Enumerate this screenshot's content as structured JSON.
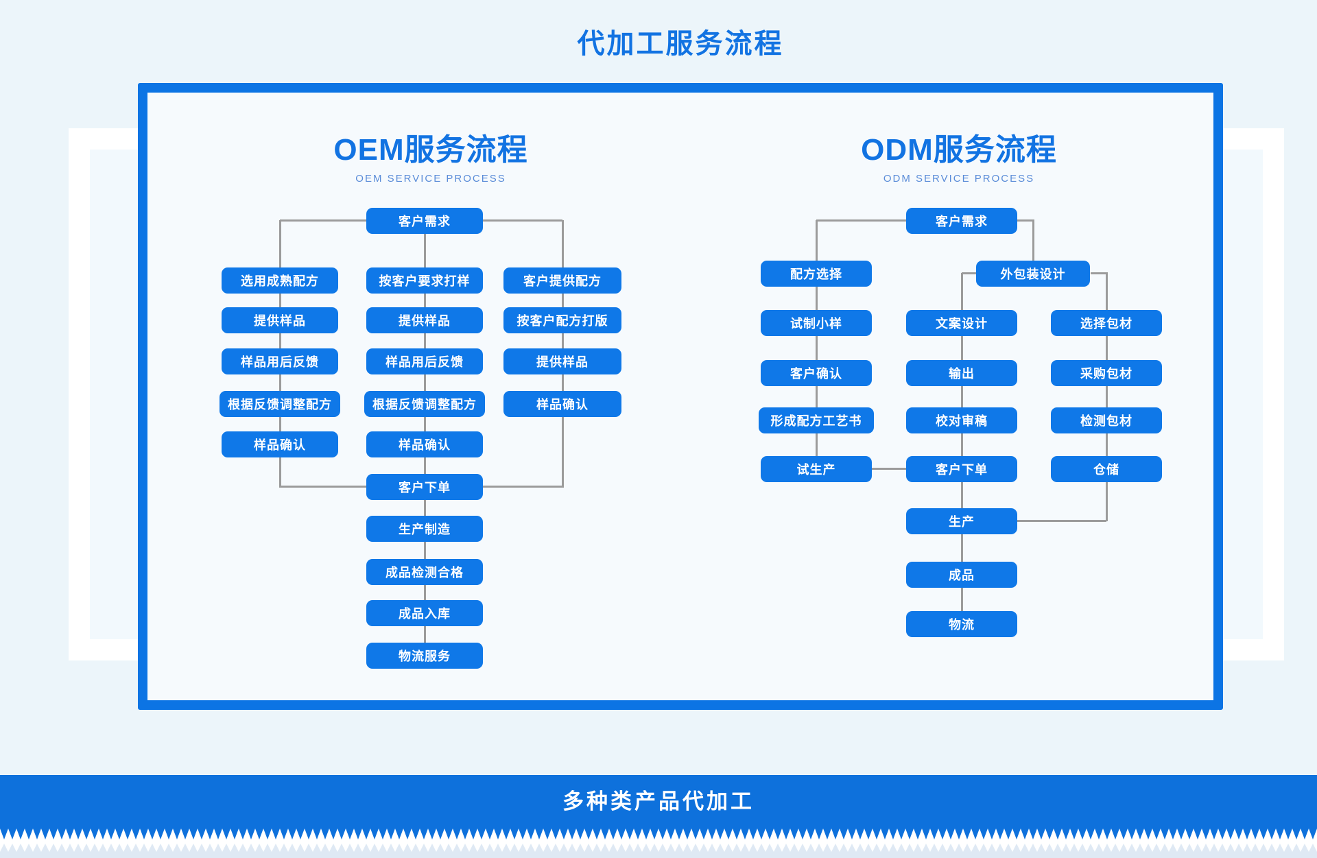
{
  "page": {
    "title": "代加工服务流程",
    "banner": {
      "label": "多种类产品代加工"
    },
    "colors": {
      "accent": "#0c74e4",
      "node_blue": "#0f78e8",
      "connector_gray": "#9b9b9b",
      "banner_blue": "#0e71dc",
      "page_background": "#ecf5fa",
      "bottom_strip": "#dfe9f4"
    }
  },
  "flowcharts": [
    {
      "id": "oem",
      "title": "OEM服务流程",
      "subtitle": "OEM SERVICE PROCESS",
      "nodes": [
        {
          "id": "need",
          "label": "客户需求"
        },
        {
          "id": "mature",
          "label": "选用成熟配方"
        },
        {
          "id": "sample1",
          "label": "提供样品"
        },
        {
          "id": "feedback1",
          "label": "样品用后反馈"
        },
        {
          "id": "adjust1",
          "label": "根据反馈调整配方"
        },
        {
          "id": "confirm1",
          "label": "样品确认"
        },
        {
          "id": "proto",
          "label": "按客户要求打样"
        },
        {
          "id": "sample2",
          "label": "提供样品"
        },
        {
          "id": "feedback2",
          "label": "样品用后反馈"
        },
        {
          "id": "adjust2",
          "label": "根据反馈调整配方"
        },
        {
          "id": "confirm2",
          "label": "样品确认"
        },
        {
          "id": "recipe",
          "label": "客户提供配方"
        },
        {
          "id": "proof",
          "label": "按客户配方打版"
        },
        {
          "id": "sample3",
          "label": "提供样品"
        },
        {
          "id": "confirm3",
          "label": "样品确认"
        },
        {
          "id": "order",
          "label": "客户下单"
        },
        {
          "id": "produce",
          "label": "生产制造"
        },
        {
          "id": "inspect",
          "label": "成品检测合格"
        },
        {
          "id": "warehouse",
          "label": "成品入库"
        },
        {
          "id": "logistics",
          "label": "物流服务"
        }
      ]
    },
    {
      "id": "odm",
      "title": "ODM服务流程",
      "subtitle": "ODM SERVICE PROCESS",
      "nodes": [
        {
          "id": "need",
          "label": "客户需求"
        },
        {
          "id": "recipe_select",
          "label": "配方选择"
        },
        {
          "id": "trial",
          "label": "试制小样"
        },
        {
          "id": "confirm",
          "label": "客户确认"
        },
        {
          "id": "craftbook",
          "label": "形成配方工艺书"
        },
        {
          "id": "pilot",
          "label": "试生产"
        },
        {
          "id": "package_design",
          "label": "外包装设计"
        },
        {
          "id": "copywriting",
          "label": "文案设计"
        },
        {
          "id": "output",
          "label": "输出"
        },
        {
          "id": "proofread",
          "label": "校对审稿"
        },
        {
          "id": "order",
          "label": "客户下单"
        },
        {
          "id": "production",
          "label": "生产"
        },
        {
          "id": "finished",
          "label": "成品"
        },
        {
          "id": "logistics",
          "label": "物流"
        },
        {
          "id": "material_select",
          "label": "选择包材"
        },
        {
          "id": "material_buy",
          "label": "采购包材"
        },
        {
          "id": "material_test",
          "label": "检测包材"
        },
        {
          "id": "storage",
          "label": "仓储"
        }
      ]
    }
  ]
}
